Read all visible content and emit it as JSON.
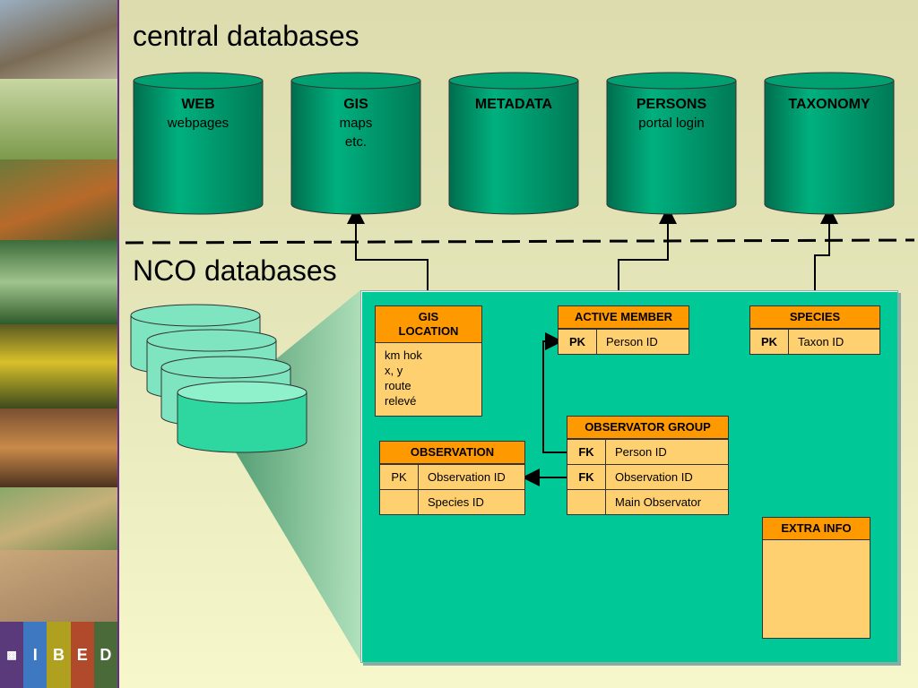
{
  "titles": {
    "central": "central databases",
    "nco": "NCO databases"
  },
  "logo": {
    "letters": [
      "I",
      "B",
      "E",
      "D"
    ]
  },
  "central_dbs": [
    {
      "name": "WEB",
      "lines": [
        "webpages"
      ]
    },
    {
      "name": "GIS",
      "lines": [
        "maps",
        "etc."
      ]
    },
    {
      "name": "METADATA",
      "lines": []
    },
    {
      "name": "PERSONS",
      "lines": [
        "portal login"
      ]
    },
    {
      "name": "TAXONOMY",
      "lines": []
    }
  ],
  "tables": {
    "gis_location": {
      "title_l1": "GIS",
      "title_l2": "LOCATION",
      "fields": [
        "km hok",
        "x, y",
        "route",
        "relevé"
      ]
    },
    "active_member": {
      "title": "ACTIVE MEMBER",
      "key": "PK",
      "field": "Person ID"
    },
    "species": {
      "title": "SPECIES",
      "key": "PK",
      "field": "Taxon ID"
    },
    "observation": {
      "title": "OBSERVATION",
      "rows": [
        {
          "key": "PK",
          "field": "Observation ID"
        },
        {
          "key": "",
          "field": "Species ID"
        }
      ]
    },
    "observer_group": {
      "title": "OBSERVATOR GROUP",
      "rows": [
        {
          "key": "FK",
          "field": "Person ID"
        },
        {
          "key": "FK",
          "field": "Observation ID"
        },
        {
          "key": "",
          "field": "Main Observator"
        }
      ]
    },
    "extra_info": {
      "title": "EXTRA INFO"
    }
  },
  "colors": {
    "cylinder": "#00a878",
    "panel": "#00c896",
    "table_header": "#ff9900",
    "table_body": "#ffd070",
    "accent_line": "#6b2b8a"
  }
}
